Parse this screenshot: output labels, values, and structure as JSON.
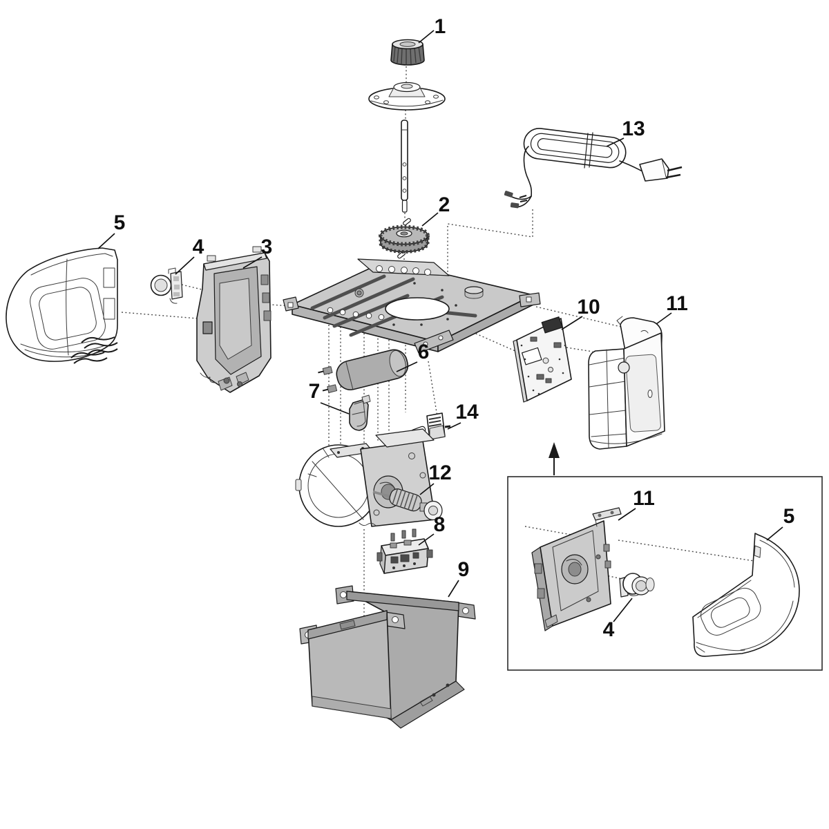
{
  "figure": {
    "background": "#ffffff",
    "callouts": {
      "n1": "1",
      "n2": "2",
      "n3": "3",
      "n4": "4",
      "n5": "5",
      "n6": "6",
      "n7": "7",
      "n8": "8",
      "n9": "9",
      "n10": "10",
      "n11": "11",
      "n12": "12",
      "n13": "13",
      "n14": "14"
    },
    "inset_callouts": {
      "n11": "11",
      "n5": "5",
      "n4": "4"
    },
    "palette": {
      "outline": "#1a1a1a",
      "light_gray": "#d2d2d2",
      "mid_gray": "#bdbdbd",
      "dark_gray": "#8f8f8f",
      "slot_gray": "#4a4a4a",
      "white": "#ffffff"
    }
  }
}
